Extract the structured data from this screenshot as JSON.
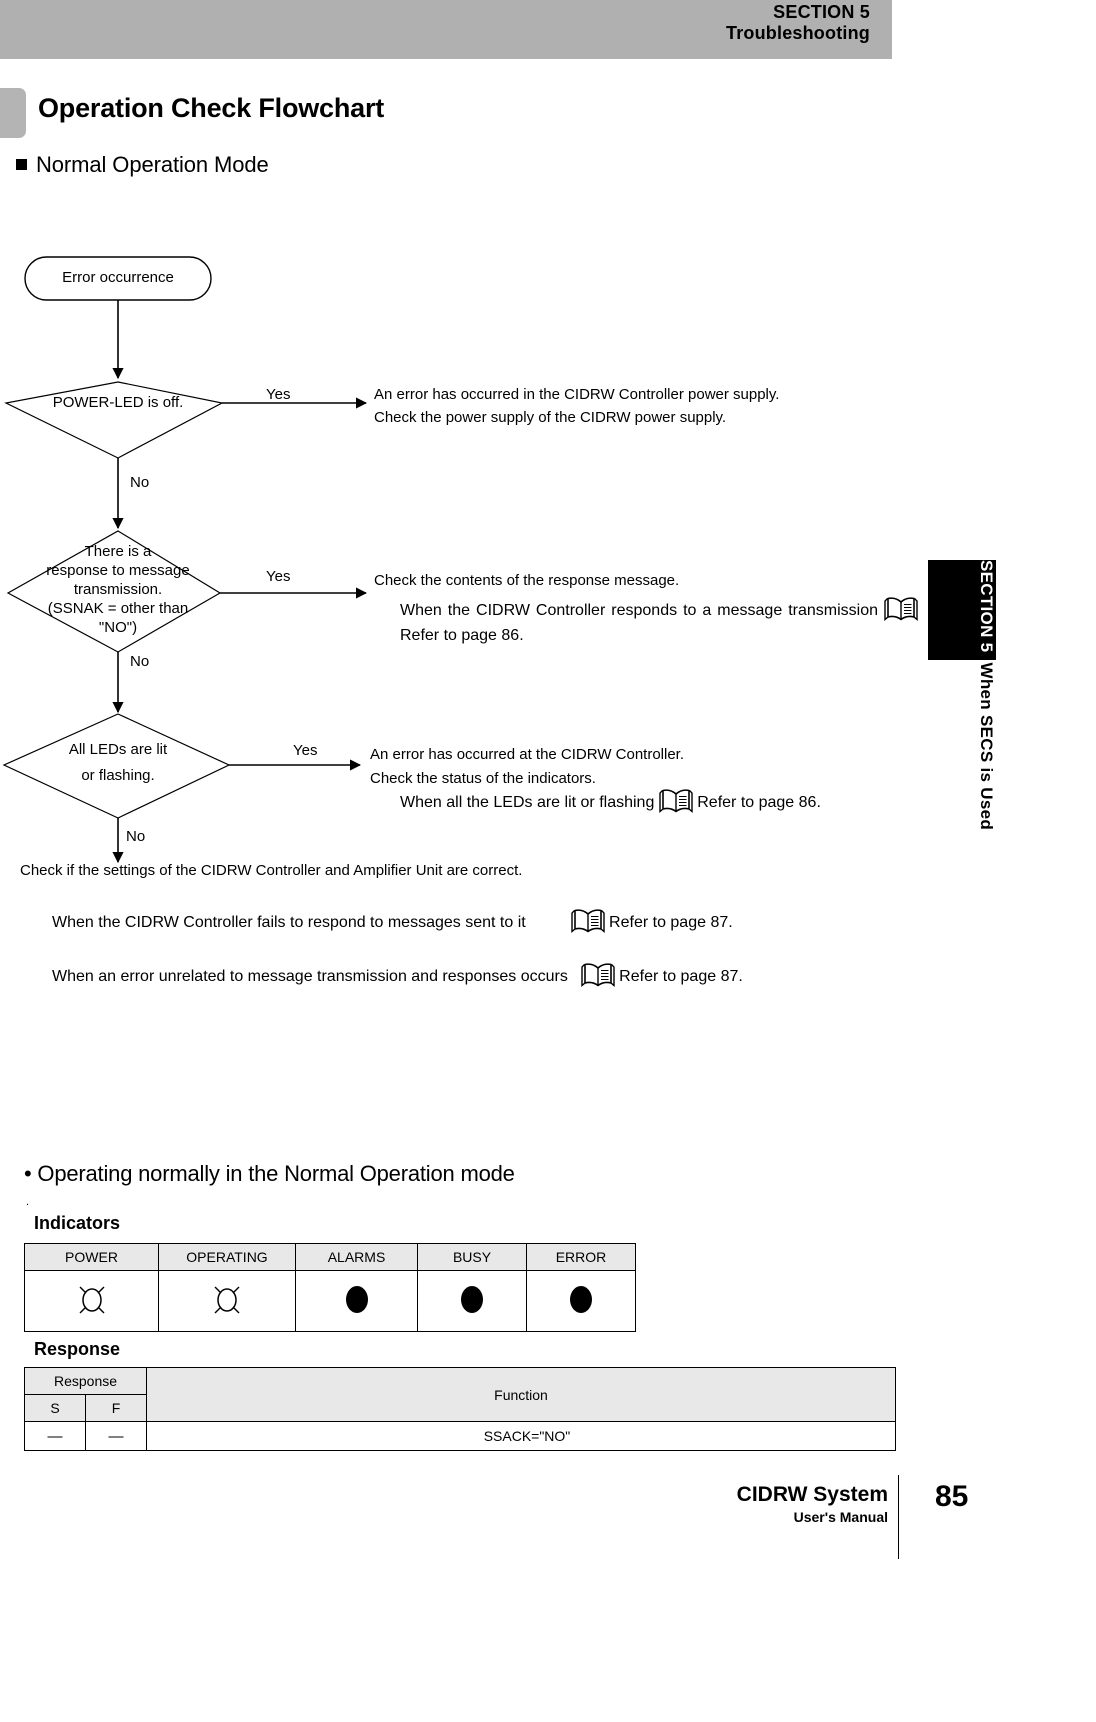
{
  "header": {
    "section": "SECTION 5",
    "chapter": "Troubleshooting"
  },
  "title": "Operation Check Flowchart",
  "subheading": "Normal Operation Mode",
  "side_tab": {
    "top_text": "SECTION 5",
    "bottom_text": "When SECS is Used"
  },
  "flowchart": {
    "start_node": "Error occurrence",
    "nodes": [
      {
        "id": "power-led",
        "text": "POWER-LED is off.",
        "yes_label": "Yes",
        "no_label": "No",
        "yes_lines": [
          "An error has occurred in the CIDRW Controller power supply.",
          "Check the power supply of the CIDRW power supply."
        ]
      },
      {
        "id": "response-to-message",
        "text_lines": [
          "There is a",
          "response to message",
          "transmission.",
          "(SSNAK = other than",
          "\"NO\")"
        ],
        "yes_label": "Yes",
        "no_label": "No",
        "yes_intro": "Check the contents of the response message.",
        "yes_detail": "When the CIDRW Controller responds to a message transmission",
        "yes_detail_tail": "Refer to page 86."
      },
      {
        "id": "all-leds",
        "text_lines": [
          "All LEDs are lit",
          "or flashing."
        ],
        "yes_label": "Yes",
        "no_label": "No",
        "yes_lines": [
          "An error has occurred at the CIDRW Controller.",
          "Check the status of the indicators."
        ],
        "yes_detail": "When all the LEDs are lit or flashing",
        "yes_detail_tail": "Refer to page 86."
      }
    ],
    "final_note": "Check if the settings of the CIDRW Controller and Amplifier Unit are correct.",
    "references": [
      {
        "text": "When the CIDRW Controller fails to respond to messages sent to it",
        "ref": "Refer to page 87."
      },
      {
        "text": "When an error unrelated to message transmission and responses occurs",
        "ref": "Refer to page 87."
      }
    ]
  },
  "lower": {
    "bullet": "• Operating normally in the Normal Operation mode",
    "indicators_label": "Indicators",
    "indicators_headers": [
      "POWER",
      "OPERATING",
      "ALARMS",
      "BUSY",
      "ERROR"
    ],
    "indicators_states": [
      "flashing",
      "flashing",
      "off",
      "off",
      "off"
    ],
    "response_label": "Response",
    "response_group_header": "Response",
    "response_function_header": "Function",
    "response_sub_headers": [
      "S",
      "F"
    ],
    "response_rows": [
      {
        "s": "—",
        "f": "—",
        "function": "SSACK=\"NO\""
      }
    ]
  },
  "footer": {
    "product": "CIDRW System",
    "manual": "User's Manual",
    "page": "85"
  }
}
